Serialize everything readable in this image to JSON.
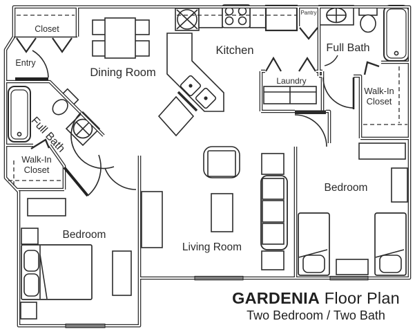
{
  "title": {
    "name": "GARDENIA",
    "rest": " Floor Plan",
    "subtitle": "Two Bedroom / Two Bath"
  },
  "rooms": {
    "entry": "Entry",
    "entry_closet": "Closet",
    "dining_room": "Dining Room",
    "kitchen": "Kitchen",
    "pantry": "Pantry",
    "laundry": "Laundry",
    "full_bath_left": "Full Bath",
    "full_bath_right": "Full Bath",
    "walk_in_closet_left": {
      "line1": "Walk-In",
      "line2": "Closet"
    },
    "walk_in_closet_right": {
      "line1": "Walk-In",
      "line2": "Closet"
    },
    "bedroom_left": "Bedroom",
    "bedroom_right": "Bedroom",
    "living_room": "Living Room"
  },
  "colors": {
    "wall_line": "#2a2a2a",
    "window_gray": "#7d7d7d",
    "background": "#ffffff",
    "text": "#1f1f1f"
  },
  "fixtures": [
    "bathtub-icon",
    "toilet-icon",
    "round-sink-icon",
    "oval-sink-icon",
    "double-basin-sink-icon",
    "range-burners-icon",
    "refrigerator-icon",
    "corner-cabinet-icon",
    "washer-dryer-icon",
    "dining-table-icon",
    "sofa-icon",
    "armchair-icon",
    "coffee-table-icon",
    "queen-bed-icon",
    "twin-bed-icon",
    "nightstand-icon",
    "dresser-icon",
    "window-segment",
    "door-swing-arc",
    "bifold-door"
  ]
}
